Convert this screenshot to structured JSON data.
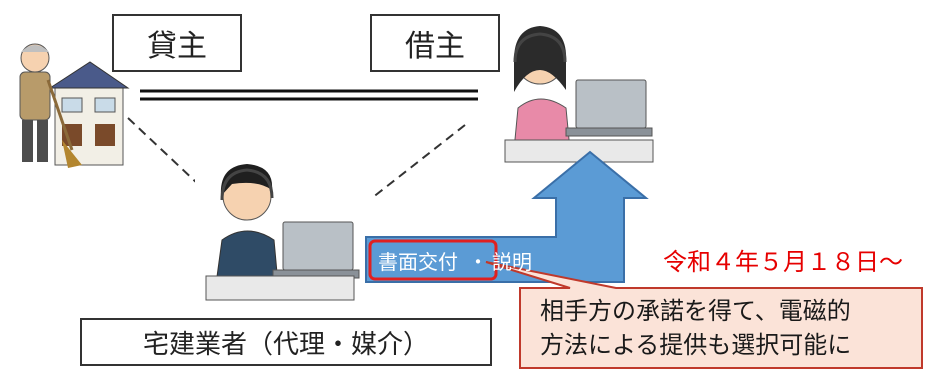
{
  "lender": {
    "label": "貸主"
  },
  "borrower": {
    "label": "借主"
  },
  "agent": {
    "label": "宅建業者（代理・媒介）"
  },
  "arrow": {
    "highlight_label": "書面交付",
    "separator": "・",
    "rest_label": "説明"
  },
  "date": {
    "label": "令和４年５月１８日～"
  },
  "callout": {
    "line1": "相手方の承諾を得て、電磁的",
    "line2": "方法による提供も選択可能に"
  },
  "colors": {
    "arrow_fill": "#5b9bd5",
    "arrow_stroke": "#3a6fa8",
    "highlight_outline": "#e02020",
    "callout_fill": "#fbe3d8",
    "callout_stroke": "#c0392b",
    "date_text": "#e60000"
  }
}
